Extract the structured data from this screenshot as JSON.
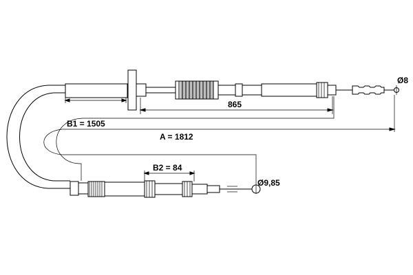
{
  "dimensions": {
    "b1": "B1 = 1505",
    "a": "A = 1812",
    "b2": "B2 = 84",
    "len865": "865",
    "dia_top": "Ø8",
    "dia_bottom": "Ø9,85"
  }
}
